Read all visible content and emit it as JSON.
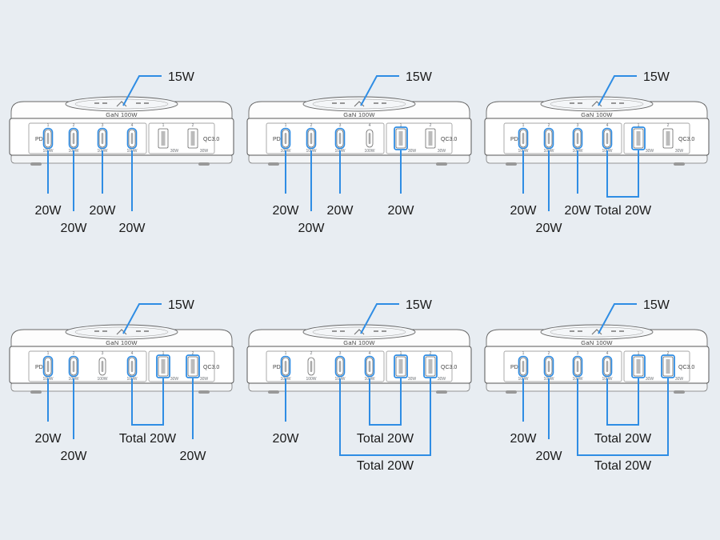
{
  "charger": {
    "brand_text": "GaN 100W",
    "pd_text": "PD",
    "qc_text": "QC3.0",
    "c_port_numbers": [
      "1",
      "2",
      "3",
      "4"
    ],
    "a_port_numbers": [
      "1",
      "2"
    ],
    "c_port_mark": "100W",
    "a_port_mark": "30W"
  },
  "colors": {
    "background": "#e8edf2",
    "accent": "#2f8de4",
    "device_body": "#ffffff",
    "device_outline": "#555a60"
  },
  "panels": [
    {
      "wireless": "15W",
      "active_c": [
        0,
        1,
        2,
        3
      ],
      "active_a": [],
      "labels": [
        {
          "text": "20W",
          "ports": [
            "c0"
          ]
        },
        {
          "text": "20W",
          "ports": [
            "c1"
          ]
        },
        {
          "text": "20W",
          "ports": [
            "c2"
          ]
        },
        {
          "text": "20W",
          "ports": [
            "c3"
          ]
        }
      ]
    },
    {
      "wireless": "15W",
      "active_c": [
        0,
        1,
        2
      ],
      "active_a": [
        0
      ],
      "labels": [
        {
          "text": "20W",
          "ports": [
            "c0"
          ]
        },
        {
          "text": "20W",
          "ports": [
            "c1"
          ]
        },
        {
          "text": "20W",
          "ports": [
            "c2"
          ]
        },
        {
          "text": "20W",
          "ports": [
            "a0"
          ]
        }
      ]
    },
    {
      "wireless": "15W",
      "active_c": [
        0,
        1,
        2,
        3
      ],
      "active_a": [
        0
      ],
      "labels": [
        {
          "text": "20W",
          "ports": [
            "c0"
          ]
        },
        {
          "text": "20W",
          "ports": [
            "c1"
          ]
        },
        {
          "text": "20W",
          "ports": [
            "c2"
          ]
        },
        {
          "text": "Total 20W",
          "ports": [
            "c3",
            "a0"
          ]
        }
      ]
    },
    {
      "wireless": "15W",
      "active_c": [
        0,
        1,
        3
      ],
      "active_a": [
        0,
        1
      ],
      "labels": [
        {
          "text": "20W",
          "ports": [
            "c0"
          ]
        },
        {
          "text": "20W",
          "ports": [
            "c1"
          ]
        },
        {
          "text": "Total 20W",
          "ports": [
            "c3",
            "a0"
          ]
        },
        {
          "text": "20W",
          "ports": [
            "a1"
          ]
        }
      ]
    },
    {
      "wireless": "15W",
      "active_c": [
        0,
        2,
        3
      ],
      "active_a": [
        0,
        1
      ],
      "labels": [
        {
          "text": "20W",
          "ports": [
            "c0"
          ]
        },
        {
          "text": "Total 20W",
          "ports": [
            "c3",
            "a0"
          ]
        },
        {
          "text": "Total 20W",
          "ports": [
            "c2",
            "a1"
          ]
        }
      ]
    },
    {
      "wireless": "15W",
      "active_c": [
        0,
        1,
        2,
        3
      ],
      "active_a": [
        0,
        1
      ],
      "labels": [
        {
          "text": "20W",
          "ports": [
            "c0"
          ]
        },
        {
          "text": "20W",
          "ports": [
            "c1"
          ]
        },
        {
          "text": "Total 20W",
          "ports": [
            "c3",
            "a0"
          ]
        },
        {
          "text": "Total 20W",
          "ports": [
            "c2",
            "a1"
          ]
        }
      ]
    }
  ]
}
